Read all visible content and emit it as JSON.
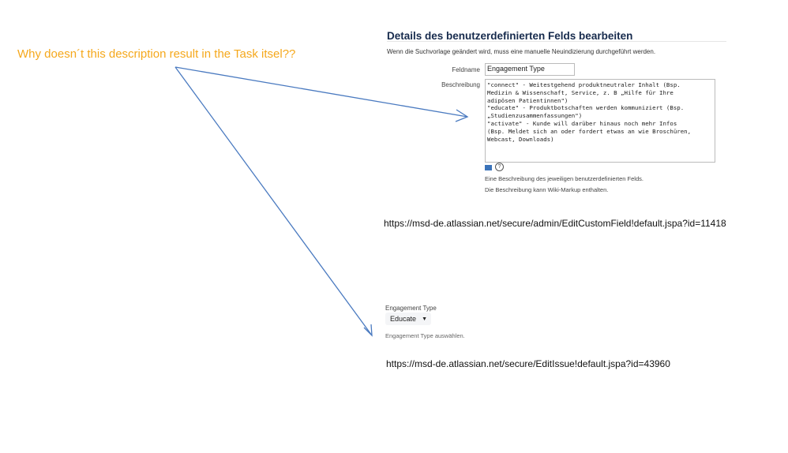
{
  "annotation": {
    "question": "Why doesn´t this description result in the Task itsel??",
    "arrow_color": "#4a7ac0"
  },
  "edit_field": {
    "title": "Details des benutzerdefinierten Felds bearbeiten",
    "notice": "Wenn die Suchvorlage geändert wird, muss eine manuelle Neuindizierung durchgeführt werden.",
    "fieldname_label": "Feldname",
    "fieldname_value": "Engagement Type",
    "description_label": "Beschreibung",
    "description_value": "\"connect\" - Weitestgehend produktneutraler Inhalt (Bsp.\nMedizin & Wissenschaft, Service, z. B „Hilfe für Ihre\nadipösen Patientinnen\")\n\"educate\" - Produktbotschaften werden kommuniziert (Bsp.\n„Studienzusammenfassungen\")\n\"activate\" - Kunde will darüber hinaus noch mehr Infos\n(Bsp. Meldet sich an oder fordert etwas an wie Broschüren,\nWebcast, Downloads)",
    "help_glyph": "?",
    "hint1": "Eine Beschreibung des jeweiligen benutzerdefinierten Felds.",
    "hint2": "Die Beschreibung kann Wiki-Markup enthalten.",
    "url": "https://msd-de.atlassian.net/secure/admin/EditCustomField!default.jspa?id=11418"
  },
  "edit_issue": {
    "label": "Engagement Type",
    "selected": "Educate",
    "caret": "▼",
    "hint": "Engagement Type auswählen.",
    "url": "https://msd-de.atlassian.net/secure/EditIssue!default.jspa?id=43960"
  }
}
